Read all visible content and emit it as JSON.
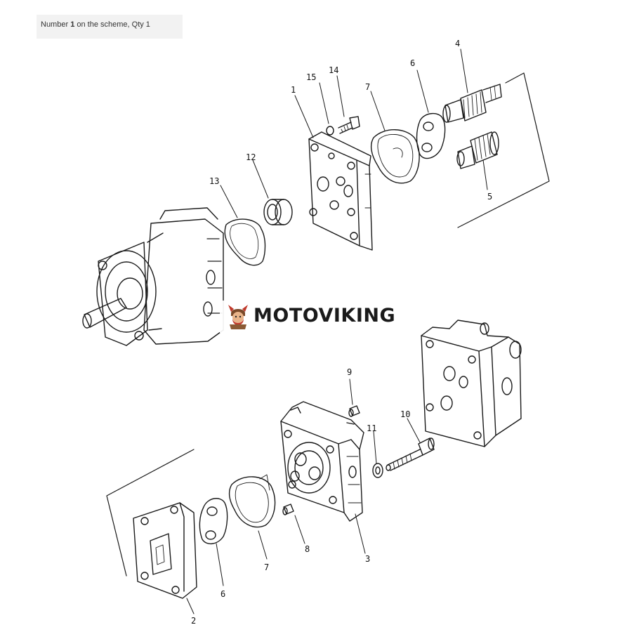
{
  "caption": {
    "prefix": "Number ",
    "number": "1",
    "suffix": " on the scheme, Qty 1"
  },
  "logo": {
    "text": "MOTOVIKING",
    "accent_color": "#c0392b",
    "icon": "viking-mascot-icon"
  },
  "callouts": [
    "1",
    "2",
    "3",
    "4",
    "5",
    "6",
    "7",
    "8",
    "9",
    "10",
    "11",
    "12",
    "13",
    "14",
    "15",
    "6",
    "7"
  ],
  "colors": {
    "line": "#1a1a1a",
    "background": "#ffffff"
  }
}
